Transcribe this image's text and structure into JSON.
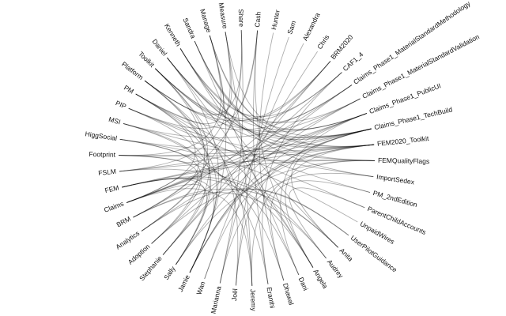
{
  "diagram": {
    "type": "hierarchical-edge-bundling",
    "line_color": "#000000",
    "background": "#ffffff",
    "nodes": [
      "Hunter",
      "Sam",
      "Alexandra",
      "Chris",
      "BRM2020",
      "CAF1_4",
      "Claims_Phase1_MaterialStandardMethodology",
      "Claims_Phase1_MaterialStandardValidation",
      "Claims_Phase1_PublicUI",
      "Claims_Phase1_TechBuild",
      "FEM2020_Toolkit",
      "FEMQualityFlags",
      "ImportSedex",
      "PM_2ndEdition",
      "ParentChildAccounts",
      "UnpaidWires",
      "UserPilotGuidance",
      "Anita",
      "Audrey",
      "Angela",
      "Dani",
      "Dhawal",
      "Eranthi",
      "Jeremy",
      "Joël",
      "Marianna",
      "Wan",
      "Jamie",
      "Sally",
      "Stephanie",
      "Adoption",
      "Analytics",
      "BRM",
      "Claims",
      "FEM",
      "FSLM",
      "Footprint",
      "HiggSocial",
      "MSI",
      "PIP",
      "PM",
      "Platform",
      "Toolkit",
      "Daniel",
      "Kenneth",
      "Sandra",
      "Manage",
      "Measure",
      "Share",
      "Cash"
    ],
    "links": [
      [
        "Daniel",
        "Claims_Phase1_TechBuild"
      ],
      [
        "Daniel",
        "FEM2020_Toolkit"
      ],
      [
        "Daniel",
        "Claims_Phase1_PublicUI"
      ],
      [
        "Daniel",
        "BRM2020"
      ],
      [
        "Daniel",
        "Jamie"
      ],
      [
        "Daniel",
        "Angela"
      ],
      [
        "Kenneth",
        "FEMQualityFlags"
      ],
      [
        "Kenneth",
        "CAF1_4"
      ],
      [
        "Kenneth",
        "Claims_Phase1_MaterialStandardValidation"
      ],
      [
        "Kenneth",
        "ImportSedex"
      ],
      [
        "Kenneth",
        "Anita"
      ],
      [
        "Sandra",
        "Claims_Phase1_MaterialStandardMethodology"
      ],
      [
        "Sandra",
        "Claims_Phase1_TechBuild"
      ],
      [
        "Sandra",
        "FEM2020_Toolkit"
      ],
      [
        "Sandra",
        "Dani"
      ],
      [
        "Manage",
        "Claims_Phase1_PublicUI"
      ],
      [
        "Manage",
        "FEM2020_Toolkit"
      ],
      [
        "Manage",
        "PM"
      ],
      [
        "Manage",
        "Footprint"
      ],
      [
        "Manage",
        "Jamie"
      ],
      [
        "Measure",
        "Toolkit"
      ],
      [
        "Measure",
        "Claims_Phase1_TechBuild"
      ],
      [
        "Measure",
        "Jeremy"
      ],
      [
        "Measure",
        "FSLM"
      ],
      [
        "Share",
        "Platform"
      ],
      [
        "Share",
        "Marianna"
      ],
      [
        "Share",
        "BRM"
      ],
      [
        "Cash",
        "Claims"
      ],
      [
        "Cash",
        "PIP"
      ],
      [
        "Cash",
        "Angela"
      ],
      [
        "Cash",
        "Eranthi"
      ],
      [
        "Hunter",
        "Dhawal"
      ],
      [
        "Sam",
        "Joël"
      ],
      [
        "Alexandra",
        "Marianna"
      ],
      [
        "Chris",
        "Wan"
      ],
      [
        "Toolkit",
        "Claims_Phase1_TechBuild"
      ],
      [
        "Toolkit",
        "FEM2020_Toolkit"
      ],
      [
        "Toolkit",
        "CAF1_4"
      ],
      [
        "Toolkit",
        "Adoption"
      ],
      [
        "Toolkit",
        "Analytics"
      ],
      [
        "Platform",
        "BRM2020"
      ],
      [
        "Platform",
        "Claims_Phase1_PublicUI"
      ],
      [
        "Platform",
        "Stephanie"
      ],
      [
        "Platform",
        "Sally"
      ],
      [
        "PM",
        "PM_2ndEdition"
      ],
      [
        "PM",
        "Claims_Phase1_MaterialStandardMethodology"
      ],
      [
        "PM",
        "Claims"
      ],
      [
        "PM",
        "Jamie"
      ],
      [
        "PIP",
        "ParentChildAccounts"
      ],
      [
        "PIP",
        "FEMQualityFlags"
      ],
      [
        "PIP",
        "Sally"
      ],
      [
        "MSI",
        "ImportSedex"
      ],
      [
        "MSI",
        "Claims_Phase1_MaterialStandardValidation"
      ],
      [
        "MSI",
        "BRM"
      ],
      [
        "HiggSocial",
        "FEM2020_Toolkit"
      ],
      [
        "HiggSocial",
        "UnpaidWires"
      ],
      [
        "HiggSocial",
        "Adoption"
      ],
      [
        "Footprint",
        "Claims_Phase1_TechBuild"
      ],
      [
        "Footprint",
        "FEM2020_Toolkit"
      ],
      [
        "Footprint",
        "Analytics"
      ],
      [
        "FSLM",
        "FEMQualityFlags"
      ],
      [
        "FSLM",
        "Claims_Phase1_PublicUI"
      ],
      [
        "FEM",
        "FEM2020_Toolkit"
      ],
      [
        "FEM",
        "FEMQualityFlags"
      ],
      [
        "FEM",
        "Jamie"
      ],
      [
        "FEM",
        "Sally"
      ],
      [
        "Claims",
        "Claims_Phase1_PublicUI"
      ],
      [
        "Claims",
        "Claims_Phase1_TechBuild"
      ],
      [
        "Claims",
        "Claims_Phase1_MaterialStandardMethodology"
      ],
      [
        "Claims",
        "Claims_Phase1_MaterialStandardValidation"
      ],
      [
        "Claims",
        "Stephanie"
      ],
      [
        "Claims",
        "Jeremy"
      ],
      [
        "BRM",
        "BRM2020"
      ],
      [
        "BRM",
        "Anita"
      ],
      [
        "BRM",
        "Audrey"
      ],
      [
        "Analytics",
        "UserPilotGuidance"
      ],
      [
        "Analytics",
        "Claims_Phase1_PublicUI"
      ],
      [
        "Adoption",
        "UserPilotGuidance"
      ],
      [
        "Adoption",
        "CAF1_4"
      ],
      [
        "Jamie",
        "Claims_Phase1_TechBuild"
      ],
      [
        "Jamie",
        "FEM2020_Toolkit"
      ],
      [
        "Jamie",
        "Claims_Phase1_PublicUI"
      ],
      [
        "Sally",
        "FEMQualityFlags"
      ],
      [
        "Sally",
        "Claims_Phase1_MaterialStandardValidation"
      ],
      [
        "Stephanie",
        "Claims_Phase1_MaterialStandardMethodology"
      ],
      [
        "Stephanie",
        "BRM2020"
      ],
      [
        "Wan",
        "FEM2020_Toolkit"
      ],
      [
        "Marianna",
        "ImportSedex"
      ],
      [
        "Joël",
        "Claims_Phase1_TechBuild"
      ],
      [
        "Joël",
        "Toolkit"
      ],
      [
        "Jeremy",
        "FEMQualityFlags"
      ],
      [
        "Jeremy",
        "Platform"
      ],
      [
        "Eranthi",
        "CAF1_4"
      ],
      [
        "Eranthi",
        "MSI"
      ],
      [
        "Dhawal",
        "PM_2ndEdition"
      ],
      [
        "Dhawal",
        "HiggSocial"
      ],
      [
        "Dani",
        "Claims_Phase1_PublicUI"
      ],
      [
        "Dani",
        "Footprint"
      ],
      [
        "Angela",
        "FEM2020_Toolkit"
      ],
      [
        "Angela",
        "PM"
      ],
      [
        "Angela",
        "FEM"
      ],
      [
        "Audrey",
        "ParentChildAccounts"
      ],
      [
        "Audrey",
        "FEM"
      ],
      [
        "Anita",
        "Claims_Phase1_TechBuild"
      ],
      [
        "Anita",
        "FSLM"
      ]
    ]
  }
}
